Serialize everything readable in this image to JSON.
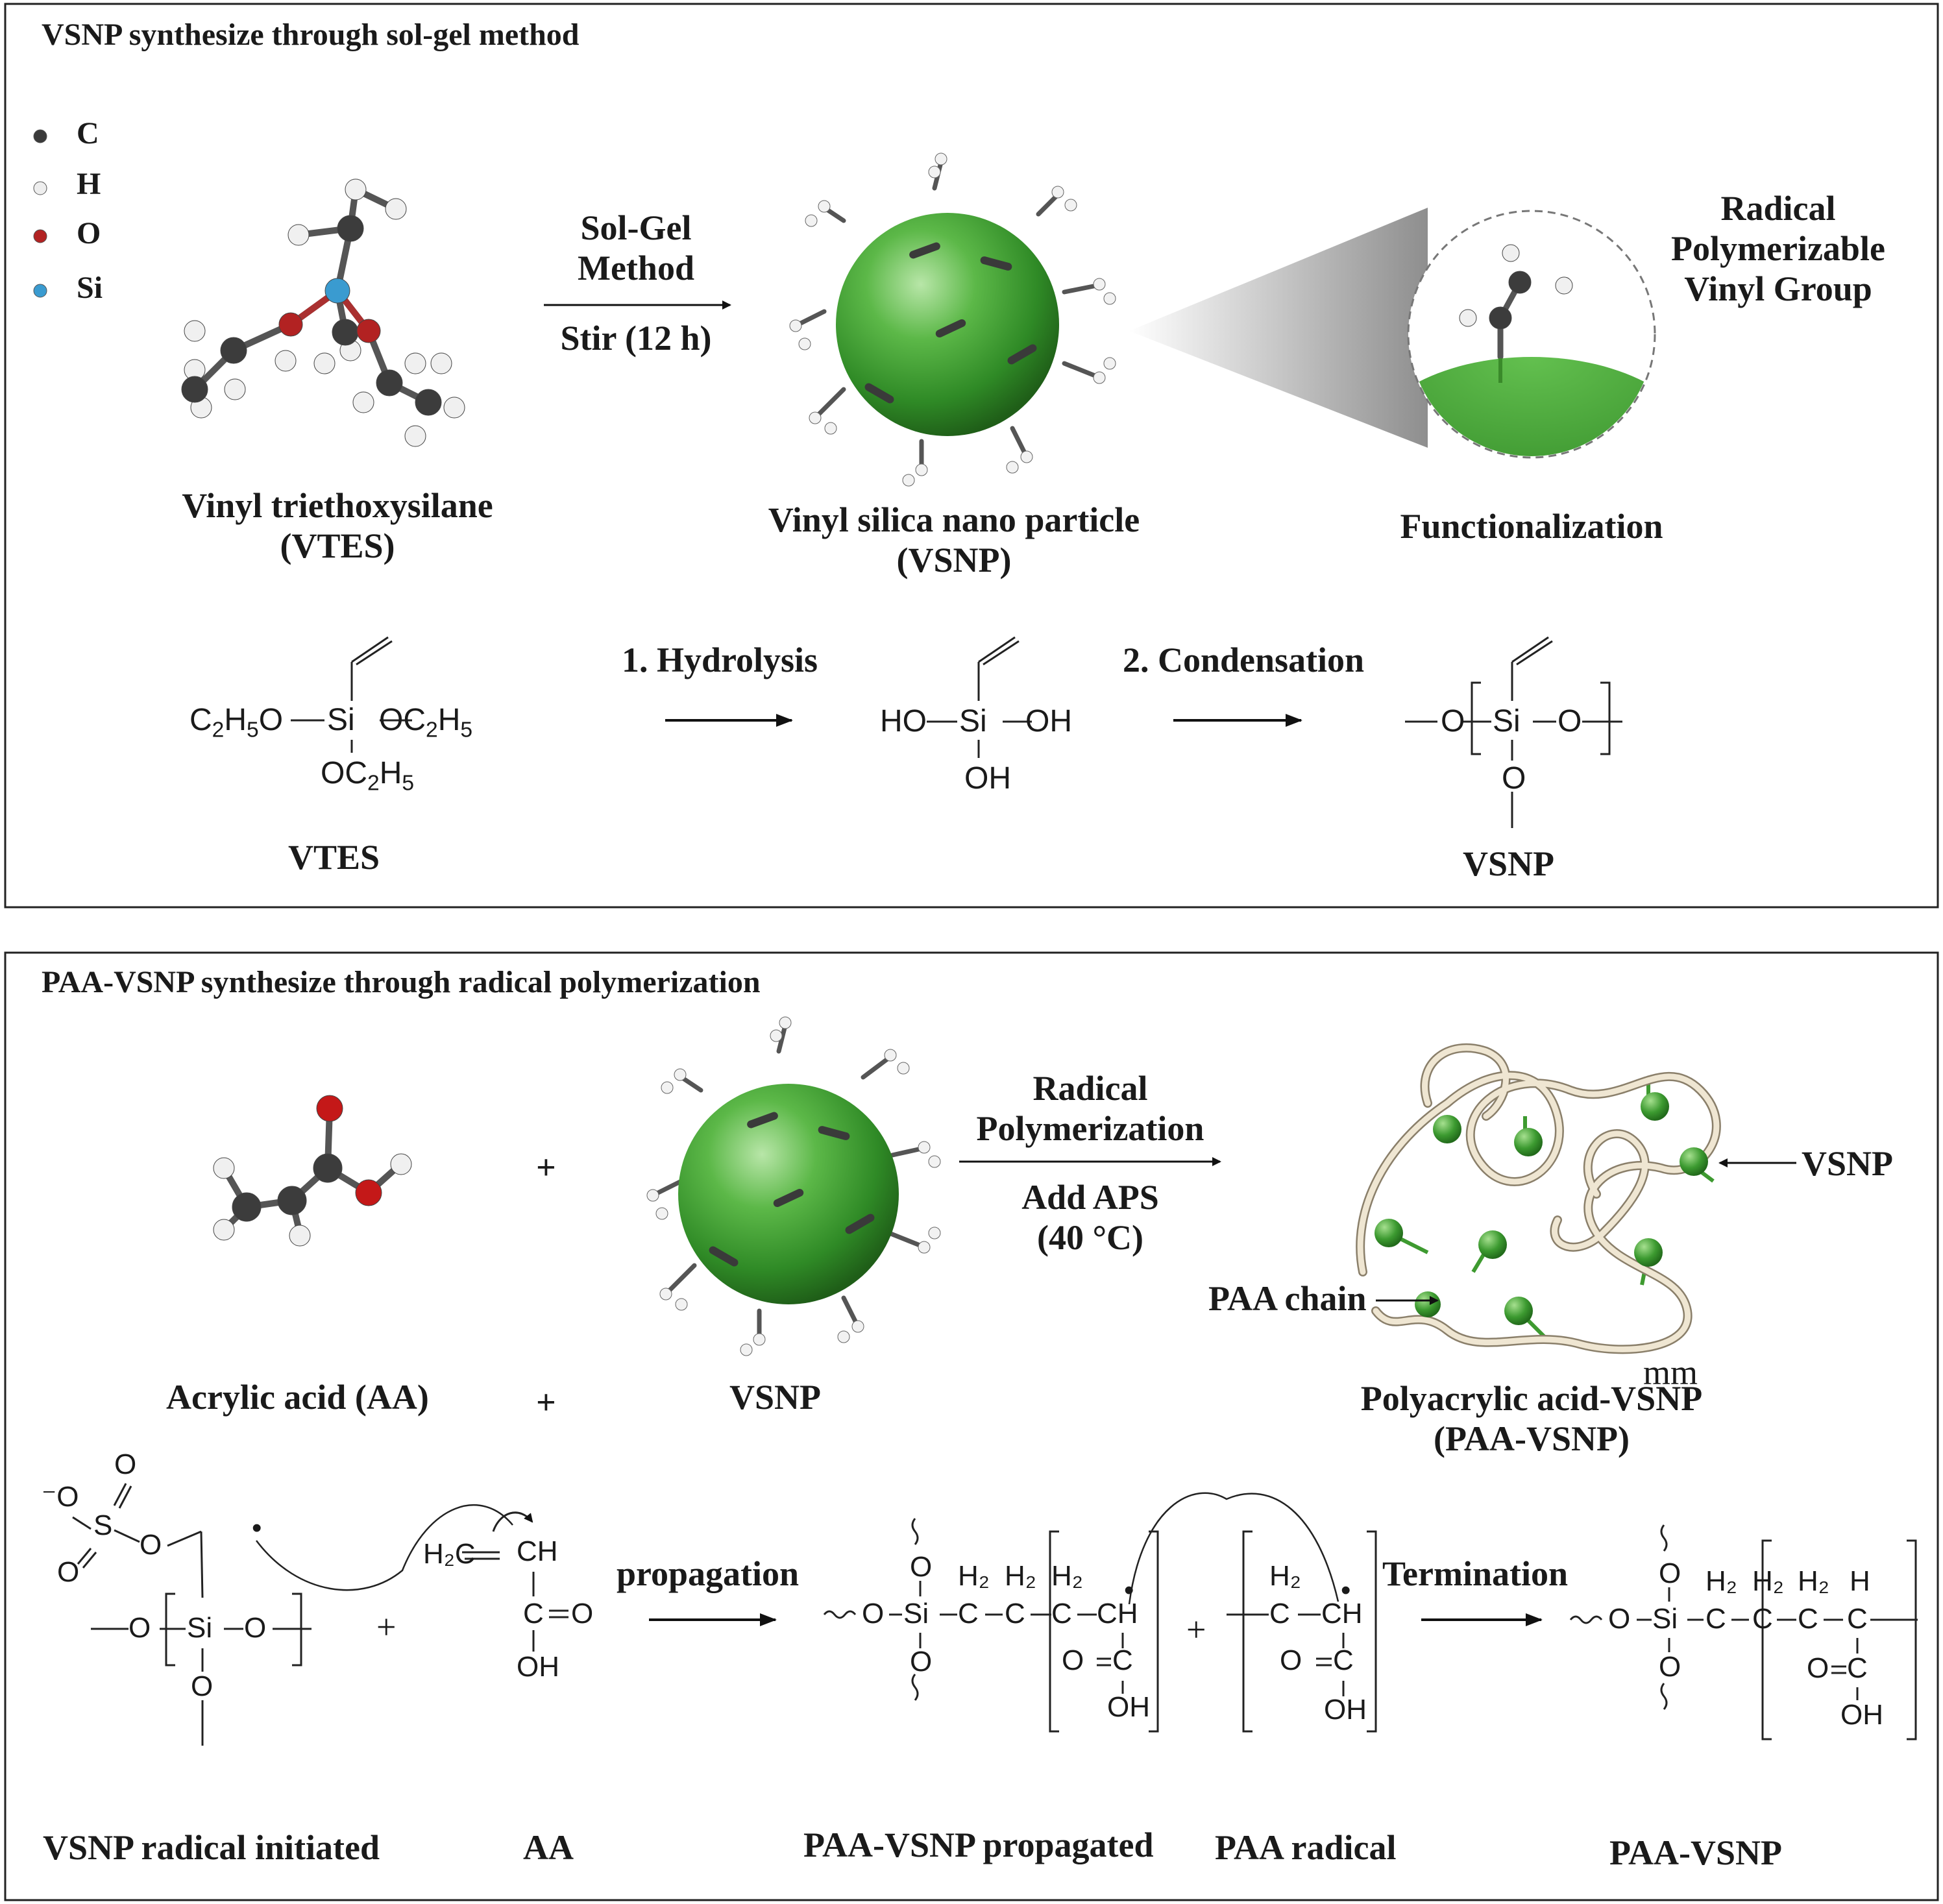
{
  "panel1": {
    "title": "VSNP synthesize through sol-gel method",
    "legend": [
      {
        "label": "C",
        "color": "#3a3a3a"
      },
      {
        "label": "H",
        "color": "#e8e8e8"
      },
      {
        "label": "O",
        "color": "#b22222"
      },
      {
        "label": "Si",
        "color": "#3a9bd0"
      }
    ],
    "vtes_name_line1": "Vinyl triethoxysilane",
    "vtes_name_line2": "(VTES)",
    "arrow_top_line1": "Sol-Gel",
    "arrow_top_line2": "Method",
    "arrow_bottom": "Stir (12 h)",
    "vsnp_name_line1": "Vinyl silica nano particle",
    "vsnp_name_line2": "(VSNP)",
    "zoom_label": "Functionalization",
    "vinyl_line1": "Radical",
    "vinyl_line2": "Polymerizable",
    "vinyl_line3": "Vinyl Group",
    "step1": "1. Hydrolysis",
    "step2": "2. Condensation",
    "label_vtes": "VTES",
    "label_vsnp": "VSNP",
    "vtes_formula": {
      "left": "C2H5O",
      "si": "Si",
      "right": "OC2H5",
      "bottom": "OC2H5"
    },
    "silanol_formula": {
      "left": "HO",
      "si": "Si",
      "right": "OH",
      "bottom": "OH"
    },
    "vsnp_formula": {
      "o_left": "O",
      "si": "Si",
      "o_right": "O",
      "o_bottom": "O"
    }
  },
  "panel2": {
    "title": "PAA-VSNP synthesize through radical polymerization",
    "plus1": "+",
    "plus2": "+",
    "arrow_top_line1": "Radical",
    "arrow_top_line2": "Polymerization",
    "arrow_bottom_line1": "Add APS",
    "arrow_bottom_line2": "(40 °C)",
    "vsnp_pointer": "VSNP",
    "chain_pointer": "PAA chain",
    "label_aa": "Acrylic acid (AA)",
    "label_vsnp": "VSNP",
    "stray": "mm",
    "product_line1": "Polyacrylic acid-VSNP",
    "product_line2": "(PAA-VSNP)",
    "propagation": "propagation",
    "termination": "Termination",
    "plus3": "+",
    "plus4": "+",
    "bottom_labels": [
      "VSNP radical initiated",
      "AA",
      "PAA-VSNP propagated",
      "PAA radical",
      "PAA-VSNP"
    ]
  }
}
